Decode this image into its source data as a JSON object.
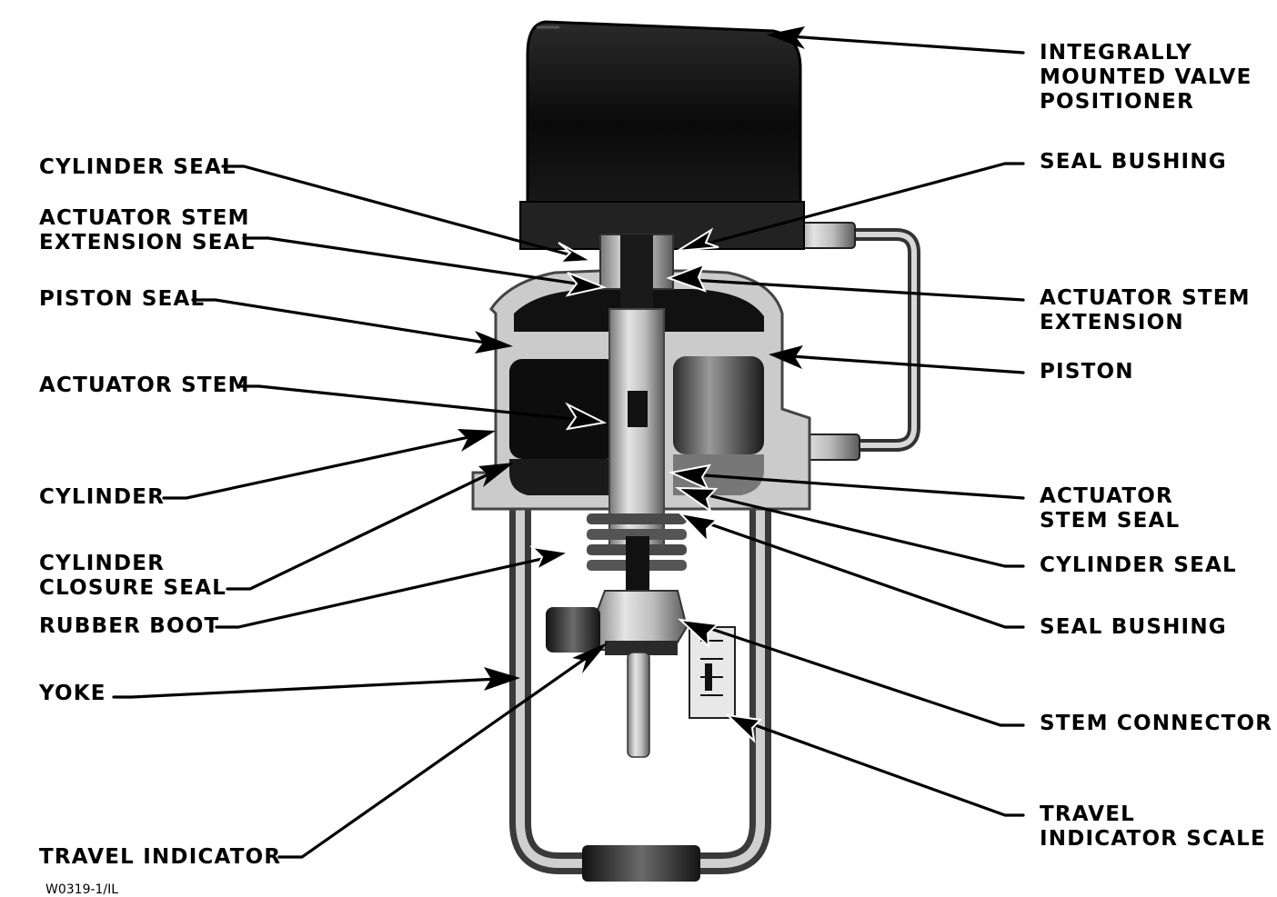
{
  "figure_id": "W0319-1/IL",
  "labels": {
    "positioner": [
      "INTEGRALLY",
      "MOUNTED VALVE",
      "POSITIONER"
    ],
    "cylinder_seal_top": [
      "CYLINDER SEAL"
    ],
    "seal_bushing_top": [
      "SEAL BUSHING"
    ],
    "actuator_stem_extension_seal": [
      "ACTUATOR STEM",
      "EXTENSION SEAL"
    ],
    "actuator_stem_extension": [
      "ACTUATOR STEM",
      "EXTENSION"
    ],
    "piston_seal": [
      "PISTON SEAL"
    ],
    "piston": [
      "PISTON"
    ],
    "actuator_stem": [
      "ACTUATOR STEM"
    ],
    "cylinder": [
      "CYLINDER"
    ],
    "actuator_stem_seal": [
      "ACTUATOR",
      "STEM SEAL"
    ],
    "cylinder_closure_seal": [
      "CYLINDER",
      "CLOSURE SEAL"
    ],
    "cylinder_seal_bottom": [
      "CYLINDER SEAL"
    ],
    "rubber_boot": [
      "RUBBER BOOT"
    ],
    "seal_bushing_bottom": [
      "SEAL BUSHING"
    ],
    "yoke": [
      "YOKE"
    ],
    "stem_connector": [
      "STEM CONNECTOR"
    ],
    "travel_indicator": [
      "TRAVEL INDICATOR"
    ],
    "travel_indicator_scale": [
      "TRAVEL",
      "INDICATOR SCALE"
    ]
  }
}
